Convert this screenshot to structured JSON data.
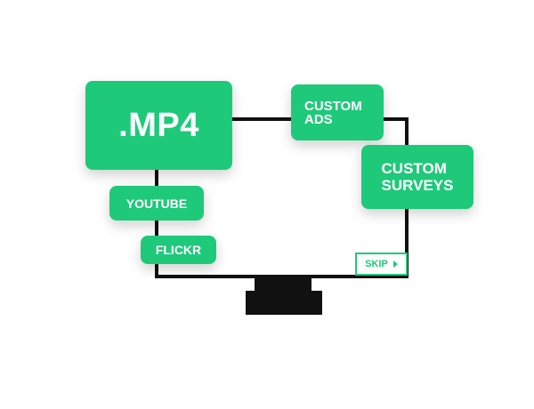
{
  "colors": {
    "accent": "#1ec97a",
    "monitor": "#111111",
    "background": "#ffffff"
  },
  "tiles": {
    "mp4": ".MP4",
    "youtube": "YOUTUBE",
    "flickr": "FLICKR",
    "custom_ads": [
      "CUSTOM",
      "ADS"
    ],
    "custom_surveys": [
      "CUSTOM",
      "SURVEYS"
    ]
  },
  "skip": {
    "label": "SKIP",
    "icon": "play-icon"
  }
}
